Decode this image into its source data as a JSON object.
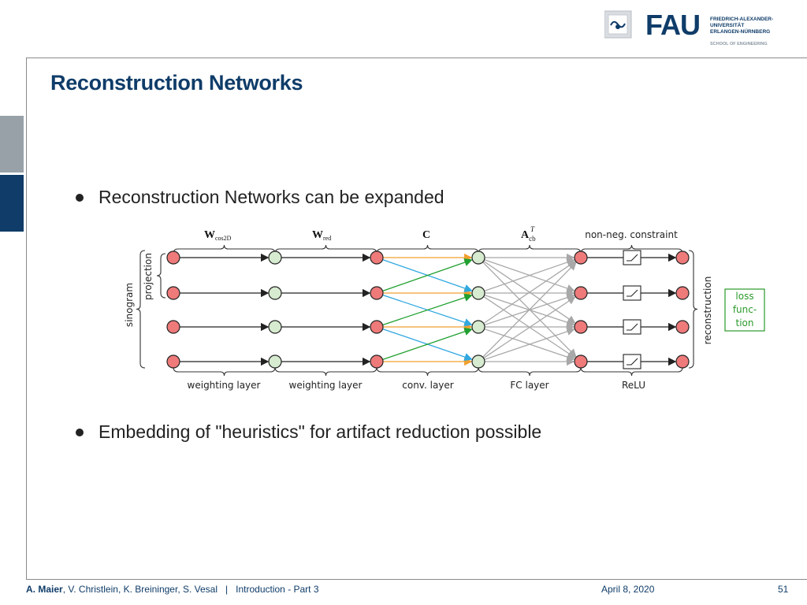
{
  "header": {
    "logo_lines": [
      "FRIEDRICH-ALEXANDER-",
      "UNIVERSITÄT",
      "ERLANGEN-NÜRNBERG"
    ],
    "school": "SCHOOL OF ENGINEERING",
    "fau": "FAU"
  },
  "slide": {
    "title": "Reconstruction Networks",
    "bullets": [
      "Reconstruction Networks can be expanded",
      "Embedding of \"heuristics\" for artifact reduction possible"
    ]
  },
  "diagram": {
    "top_labels": {
      "w_cos": "W",
      "w_cos_sub": "cos2D",
      "w_red": "W",
      "w_red_sub": "red",
      "c": "C",
      "a": "A",
      "a_sub": "cb",
      "a_sup": "T",
      "nonneg": "non-neg. constraint"
    },
    "bottom_labels": [
      "weighting layer",
      "weighting layer",
      "conv. layer",
      "FC layer",
      "ReLU"
    ],
    "left_labels": {
      "sinogram": "sinogram",
      "projection": "projection"
    },
    "right_label": "reconstruction",
    "loss_box": [
      "loss",
      "func-",
      "tion"
    ],
    "colors": {
      "red_node": "#ee7a7a",
      "green_node": "#d6ebcf",
      "orange_edge": "#f0a030",
      "blue_edge": "#30a8e0",
      "green_edge": "#20a030",
      "gray_edge": "#a8a8a8",
      "loss_color": "#2a9a2a"
    }
  },
  "footer": {
    "author_main": "A. Maier",
    "authors_rest": ", V. Christlein, K. Breininger, S. Vesal   |   Introduction - Part 3",
    "date": "April 8, 2020",
    "page": "51"
  }
}
